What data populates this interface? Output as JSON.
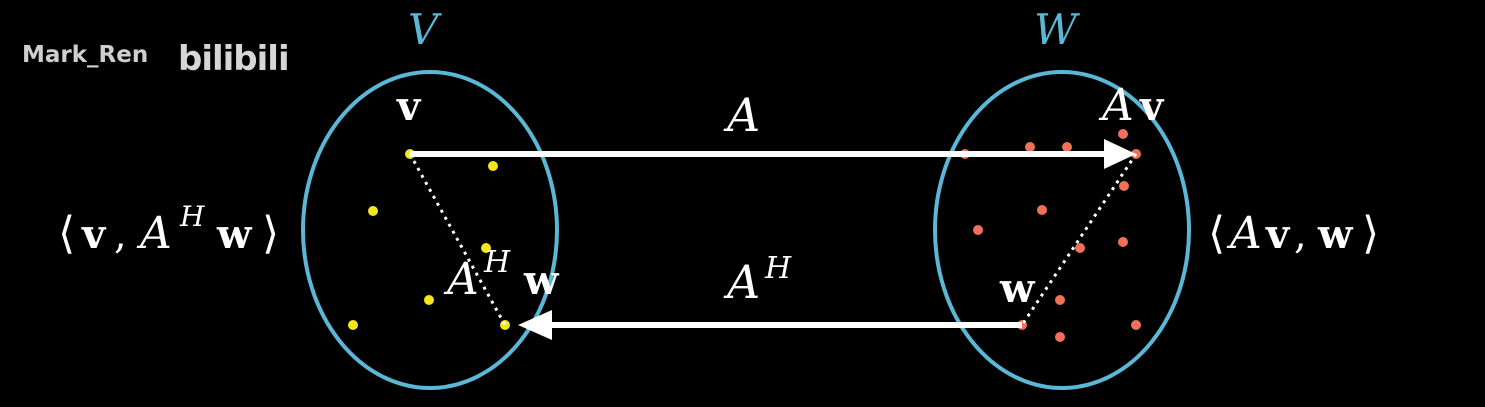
{
  "watermark": {
    "author": "Mark_Ren",
    "logo_text": "bilibili"
  },
  "colors": {
    "background": "#000000",
    "set_outline": "#5bb7d6",
    "domain_points": "#f5e51b",
    "codomain_points": "#f0705a",
    "arrows": "#ffffff",
    "watermark": "#cfcfcf"
  },
  "sets": {
    "domain": {
      "label": "V"
    },
    "codomain": {
      "label": "W"
    }
  },
  "labels": {
    "v": "v",
    "Av_A": "A",
    "Av_v": "v",
    "w": "w",
    "AHw_A": "A",
    "AHw_H": "H",
    "AHw_w": "w",
    "arrow_top_A": "A",
    "arrow_bottom_A": "A",
    "arrow_bottom_H": "H"
  },
  "inner_products": {
    "left": {
      "open": "⟨",
      "v": "v",
      "comma": ",",
      "A": "A",
      "H": "H",
      "w": "w",
      "close": "⟩"
    },
    "right": {
      "open": "⟨",
      "A": "A",
      "v": "v",
      "comma": ",",
      "w": "w",
      "close": "⟩"
    }
  },
  "arrows": [
    {
      "name": "map-A",
      "label": "A",
      "direction": "V→W"
    },
    {
      "name": "map-AH",
      "label": "A^H",
      "direction": "W→V"
    }
  ]
}
